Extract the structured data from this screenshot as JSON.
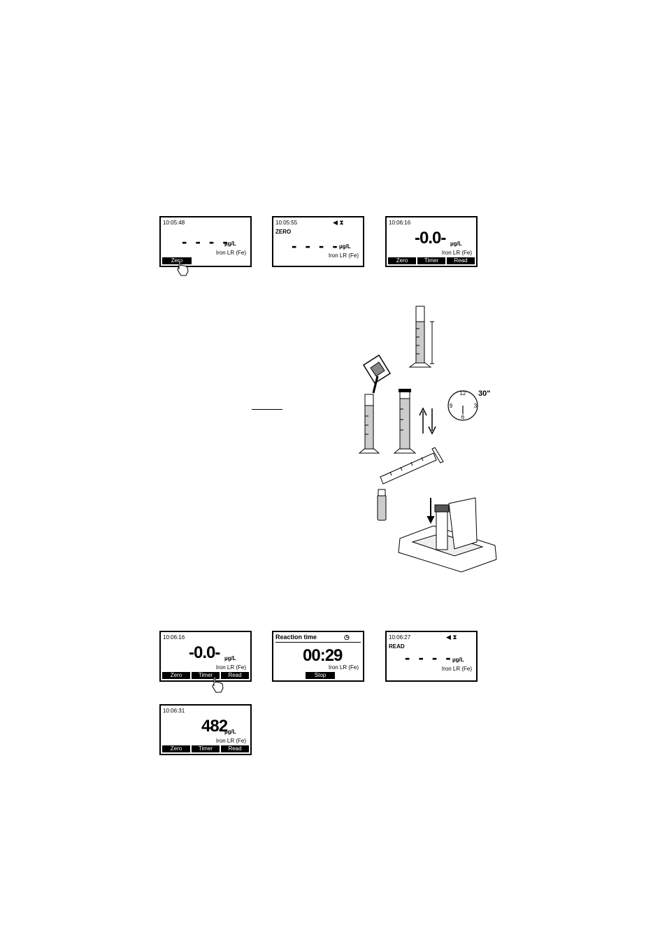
{
  "screens": [
    {
      "time": "10:05:48",
      "dashes": "- - - -",
      "unit": "µg/L",
      "param": "Iron LR (Fe)",
      "key": "Zero"
    },
    {
      "time": "10:05:55",
      "mode": "ZERO",
      "dashes": "- - - -",
      "unit": "µg/L",
      "param": "Iron LR (Fe)"
    },
    {
      "time": "10:06:16",
      "value": "-0.0-",
      "unit": "µg/L",
      "param": "Iron LR (Fe)",
      "keys": [
        "Zero",
        "Timer",
        "Read"
      ]
    },
    {
      "time": "10:06:16",
      "value": "-0.0-",
      "unit": "µg/L",
      "param": "Iron LR (Fe)",
      "keys": [
        "Zero",
        "Timer",
        "Read"
      ]
    },
    {
      "header": "Reaction time",
      "value": "00:29",
      "param": "Iron LR (Fe)",
      "key": "Stop"
    },
    {
      "time": "10:06:27",
      "mode": "READ",
      "dashes": "- - - -",
      "unit": "µg/L",
      "param": "Iron LR (Fe)"
    },
    {
      "time": "10:06:31",
      "value": "482",
      "unit": "µg/L",
      "param": "Iron LR (Fe)",
      "keys": [
        "Zero",
        "Timer",
        "Read"
      ]
    }
  ],
  "illustration": {
    "clock_numbers": [
      "12",
      "3",
      "6",
      "9"
    ],
    "clock_label": "30\""
  }
}
